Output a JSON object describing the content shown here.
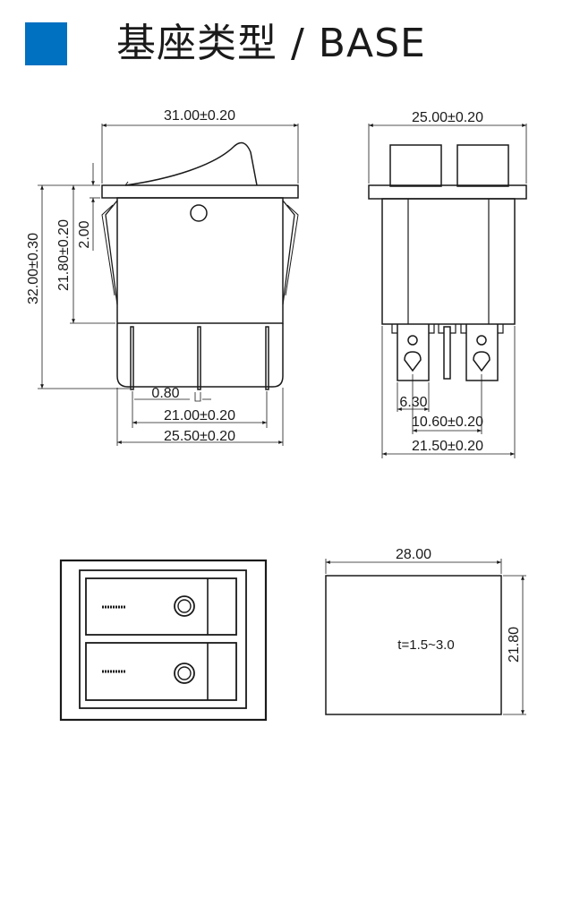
{
  "header": {
    "accent_color": "#0070c0",
    "title": "基座类型 / BASE"
  },
  "front_view": {
    "width": "31.00±0.20",
    "height_total": "32.00±0.30",
    "height_body": "21.80±0.20",
    "flange": "2.00",
    "pin_thickness": "0.80",
    "pin_span_inner": "21.00±0.20",
    "pin_span_outer": "25.50±0.20"
  },
  "side_view": {
    "width": "25.00±0.20",
    "terminal_width": "6.30",
    "terminal_pitch": "10.60±0.20",
    "terminal_span": "21.50±0.20"
  },
  "panel_cutout": {
    "width": "28.00",
    "height": "21.80",
    "thickness": "t=1.5~3.0"
  }
}
